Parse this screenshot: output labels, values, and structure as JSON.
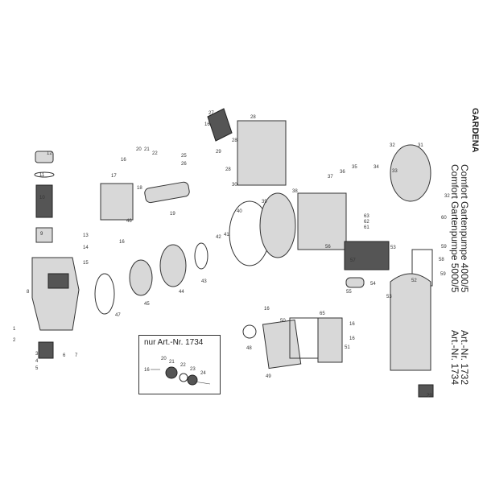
{
  "header": {
    "brand": "GARDENA",
    "model_1": "Comfort Gartenpumpe 4000/5",
    "model_2": "Comfort Gartenpumpe 5000/5",
    "art_1": "Art.-Nr. 1732",
    "art_2": "Art.-Nr. 1734"
  },
  "inset": {
    "title": "nur Art.-Nr. 1734",
    "labels": [
      "16",
      "20",
      "21",
      "22",
      "23",
      "24"
    ]
  },
  "labels": [
    "12",
    "11",
    "10",
    "9",
    "13",
    "14",
    "15",
    "8",
    "1",
    "2",
    "3",
    "4",
    "5",
    "6",
    "7",
    "17",
    "18",
    "19",
    "16",
    "16",
    "20",
    "21",
    "22",
    "25",
    "26",
    "27",
    "16",
    "28",
    "28",
    "29",
    "28",
    "30",
    "46",
    "47",
    "45",
    "44",
    "43",
    "42",
    "41",
    "40",
    "39",
    "38",
    "37",
    "36",
    "35",
    "34",
    "33",
    "32",
    "31",
    "32",
    "63",
    "62",
    "61",
    "60",
    "56",
    "57",
    "53",
    "58",
    "59",
    "59",
    "55",
    "54",
    "53",
    "16",
    "50",
    "65",
    "16",
    "51",
    "16",
    "48",
    "49",
    "52",
    "29"
  ]
}
